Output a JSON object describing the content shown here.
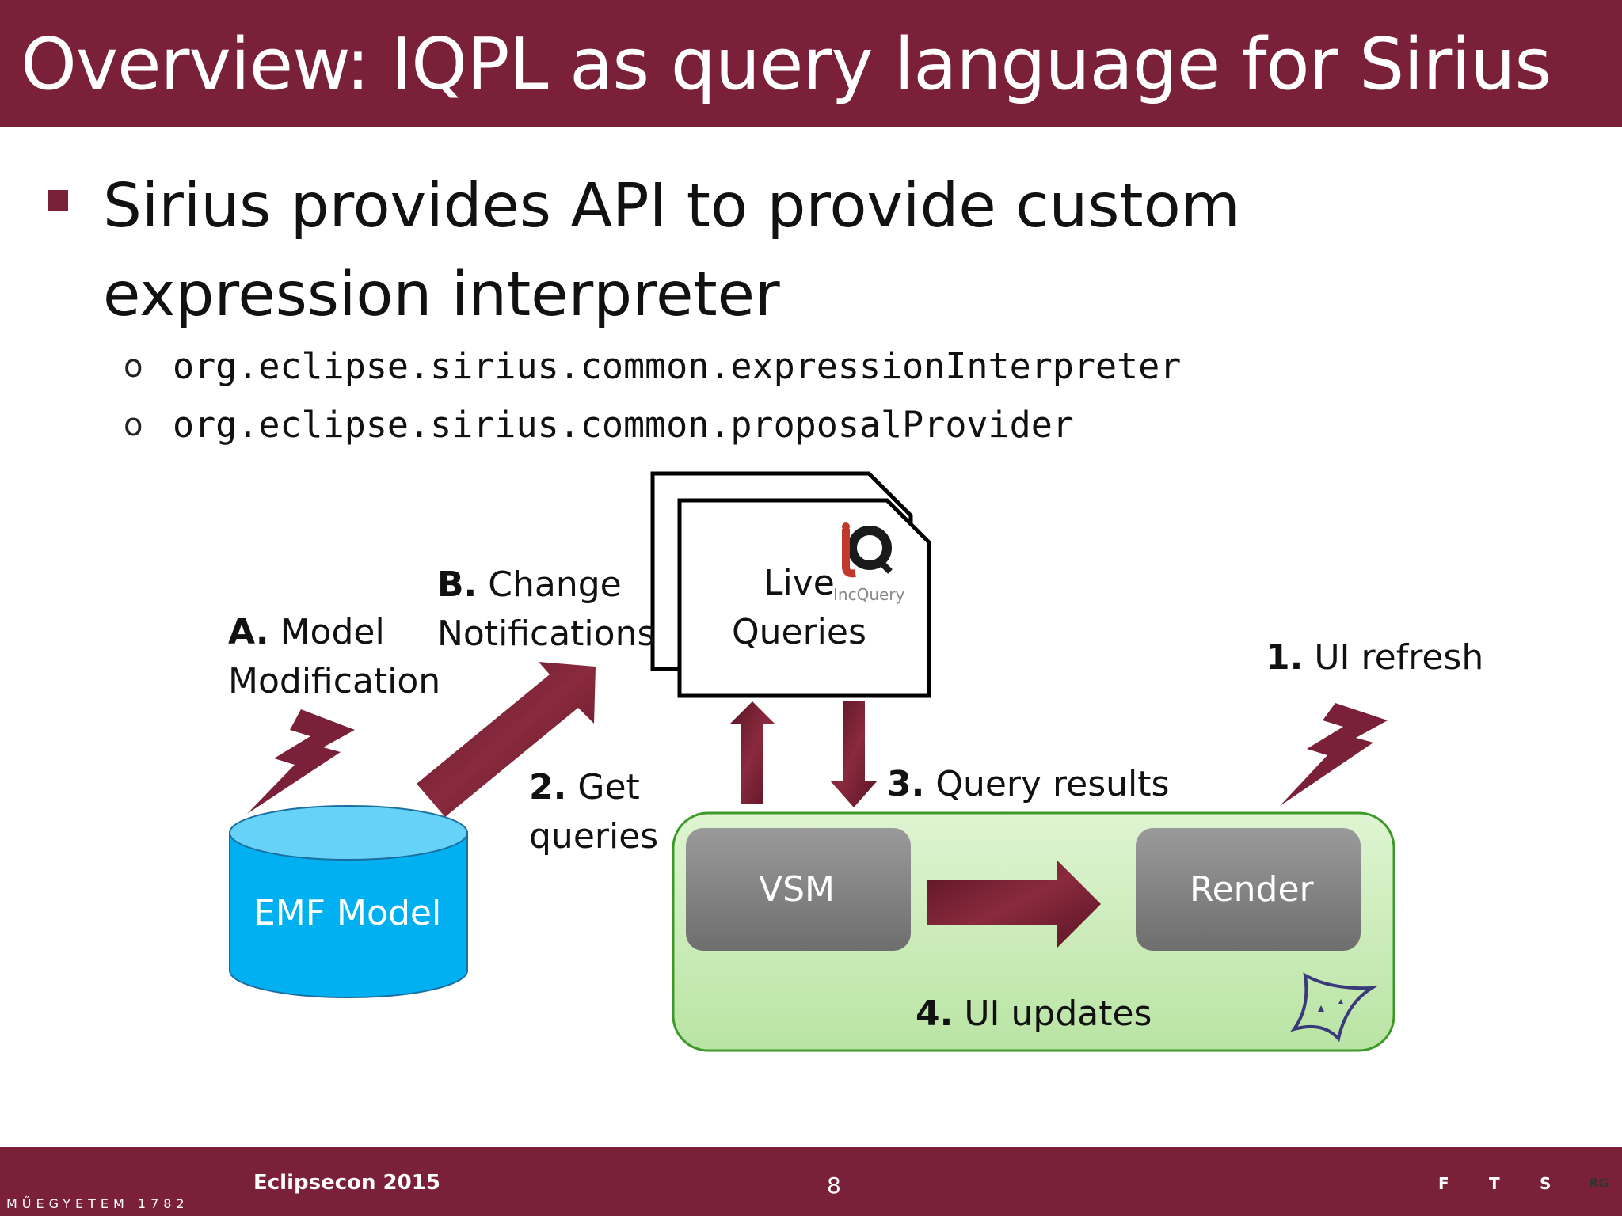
{
  "slide": {
    "title": "Overview: IQPL as query language for Sirius",
    "bullet": "Sirius provides API to provide custom expression interpreter",
    "subitems": [
      {
        "marker": "o",
        "text": "org.eclipse.sirius.common.expressionInterpreter"
      },
      {
        "marker": "o",
        "text": "org.eclipse.sirius.common.proposalProvider"
      }
    ]
  },
  "diagram": {
    "label_a": {
      "key": "A.",
      "text_line1": "Model",
      "text_line2": "Modification"
    },
    "label_b": {
      "key": "B.",
      "text_line1": "Change",
      "text_line2": "Notifications"
    },
    "live_queries": {
      "line1": "Live",
      "line2": "Queries",
      "logo_text": "IncQuery"
    },
    "label_1": {
      "key": "1.",
      "text": "UI refresh"
    },
    "label_2": {
      "key": "2.",
      "text_line1": "Get",
      "text_line2": "queries"
    },
    "label_3": {
      "key": "3.",
      "text": "Query results"
    },
    "label_4": {
      "key": "4.",
      "text": "UI updates"
    },
    "emf_model": "EMF Model",
    "vsm": "VSM",
    "render": "Render"
  },
  "footer": {
    "university_text": "MŰEGYETEM 1782",
    "event": "Eclipsecon 2015",
    "page_number": "8",
    "logo_letters": [
      "F",
      "T",
      "S",
      "RG"
    ]
  },
  "colors": {
    "brand": "#7a2038",
    "cylinder": "#00b0f0",
    "green_panel": "#c8ecb8",
    "gray_box": "#808080"
  }
}
